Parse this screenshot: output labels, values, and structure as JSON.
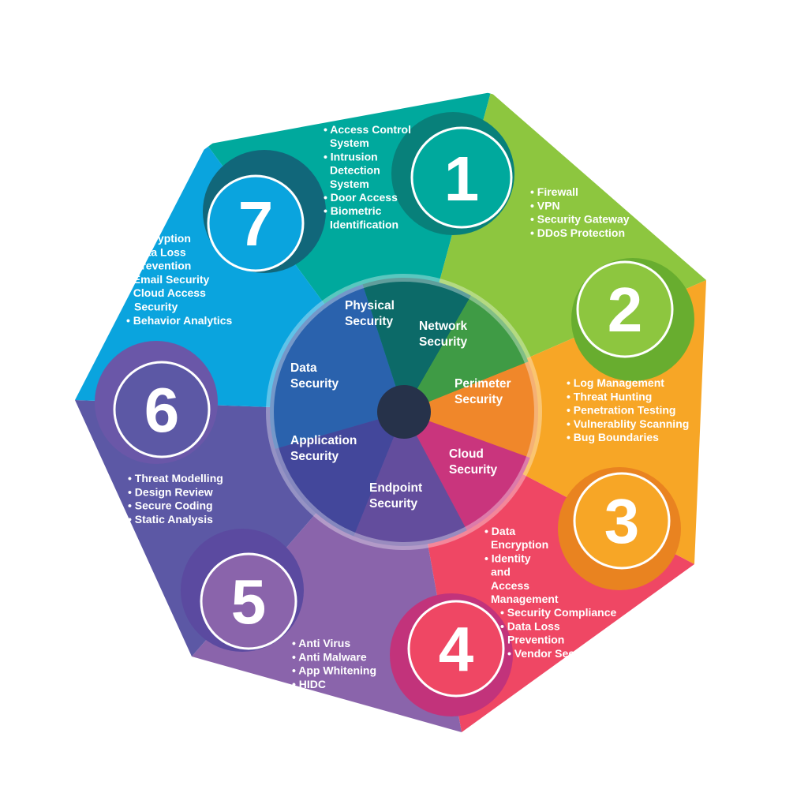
{
  "segments": [
    {
      "number": "1",
      "label_lines": [
        "Physical",
        "Security"
      ],
      "items": [
        "• Access Control",
        "System",
        "• Intrusion",
        "Detection",
        "System",
        "• Door Access",
        "• Biometric",
        "Identification"
      ],
      "colors": {
        "outer": "#00a99d",
        "inner": "#0c6a68",
        "band": "#08807a"
      }
    },
    {
      "number": "2",
      "label_lines": [
        "Network",
        "Security"
      ],
      "items": [
        "• Firewall",
        "• VPN",
        "• Security Gateway",
        "• DDoS Protection"
      ],
      "colors": {
        "outer": "#8dc63f",
        "inner": "#3f9b45",
        "band": "#68ad2f"
      }
    },
    {
      "number": "3",
      "label_lines": [
        "Perimeter",
        "Security"
      ],
      "items": [
        "• Log Management",
        "• Threat Hunting",
        "• Penetration Testing",
        "• Vulnerablity Scanning",
        "• Bug Boundaries"
      ],
      "colors": {
        "outer": "#f7a626",
        "inner": "#f0872a",
        "band": "#e98320"
      }
    },
    {
      "number": "4",
      "label_lines": [
        "Cloud",
        "Security"
      ],
      "items": [
        "• Data",
        "Encryption",
        "• Identity",
        "and",
        "Access",
        "Management",
        "• Security Compliance",
        "• Data Loss",
        "Prevention",
        "• Vendor Security"
      ],
      "colors": {
        "outer": "#ef4764",
        "inner": "#c9357d",
        "band": "#c2337b"
      }
    },
    {
      "number": "5",
      "label_lines": [
        "Endpoint",
        "Security"
      ],
      "items": [
        "• Anti Virus",
        "• Anti Malware",
        "• App Whitening",
        "• HIDC"
      ],
      "colors": {
        "outer": "#8a64ab",
        "inner": "#634d9d",
        "band": "#5b4aa0"
      }
    },
    {
      "number": "6",
      "label_lines": [
        "Application",
        "Security"
      ],
      "items": [
        "• Threat Modelling",
        "• Design Review",
        "• Secure Coding",
        "• Static Analysis"
      ],
      "colors": {
        "outer": "#5c58a5",
        "inner": "#43479b",
        "band": "#6a57a8"
      }
    },
    {
      "number": "7",
      "label_lines": [
        "Data",
        "Security"
      ],
      "items": [
        "• Encryption",
        "• Data Loss",
        "Prevention",
        "• Email Security",
        "• Cloud Access",
        "Security",
        "• Behavior Analytics"
      ],
      "colors": {
        "outer": "#0aa4de",
        "inner": "#2a62ad",
        "band": "#11677a"
      }
    }
  ],
  "colors": {
    "hub": "#26324a",
    "ring": "#ffffff",
    "text": "#ffffff",
    "background": "#ffffff"
  }
}
